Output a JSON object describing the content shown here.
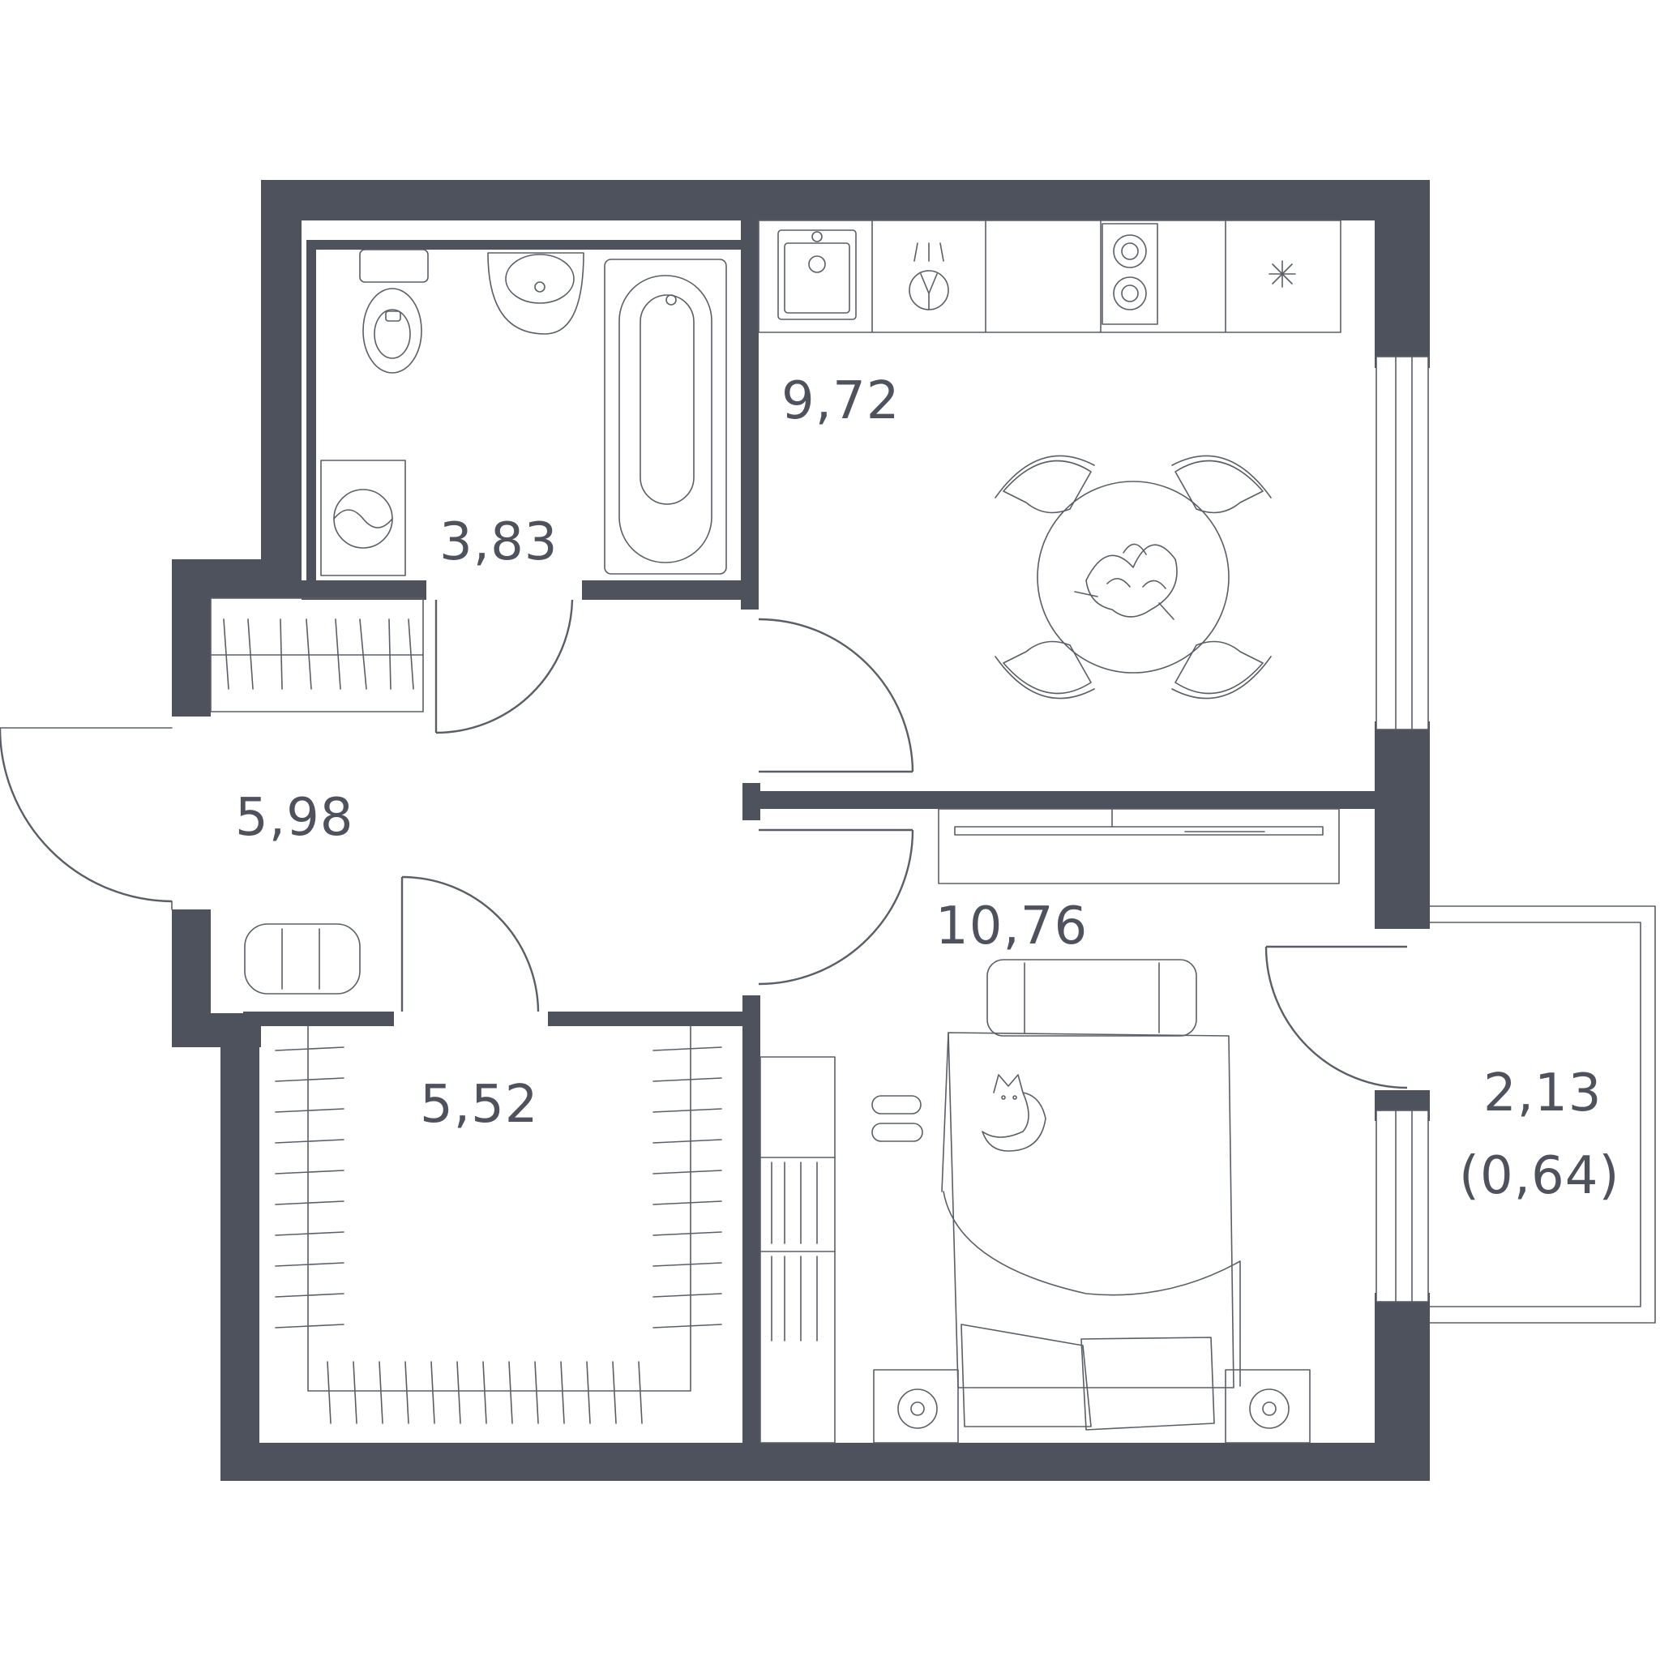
{
  "colors": {
    "wall": "#4e525c",
    "line": "#5a5e66",
    "text": "#4e525c",
    "background": "#ffffff"
  },
  "rooms": {
    "bathroom": {
      "area": "3,83"
    },
    "kitchen": {
      "area": "9,72"
    },
    "hallway": {
      "area": "5,98"
    },
    "wardrobe": {
      "area": "5,52"
    },
    "bedroom": {
      "area": "10,76"
    },
    "balcony": {
      "area": "2,13",
      "reduced_area": "(0,64)"
    }
  }
}
